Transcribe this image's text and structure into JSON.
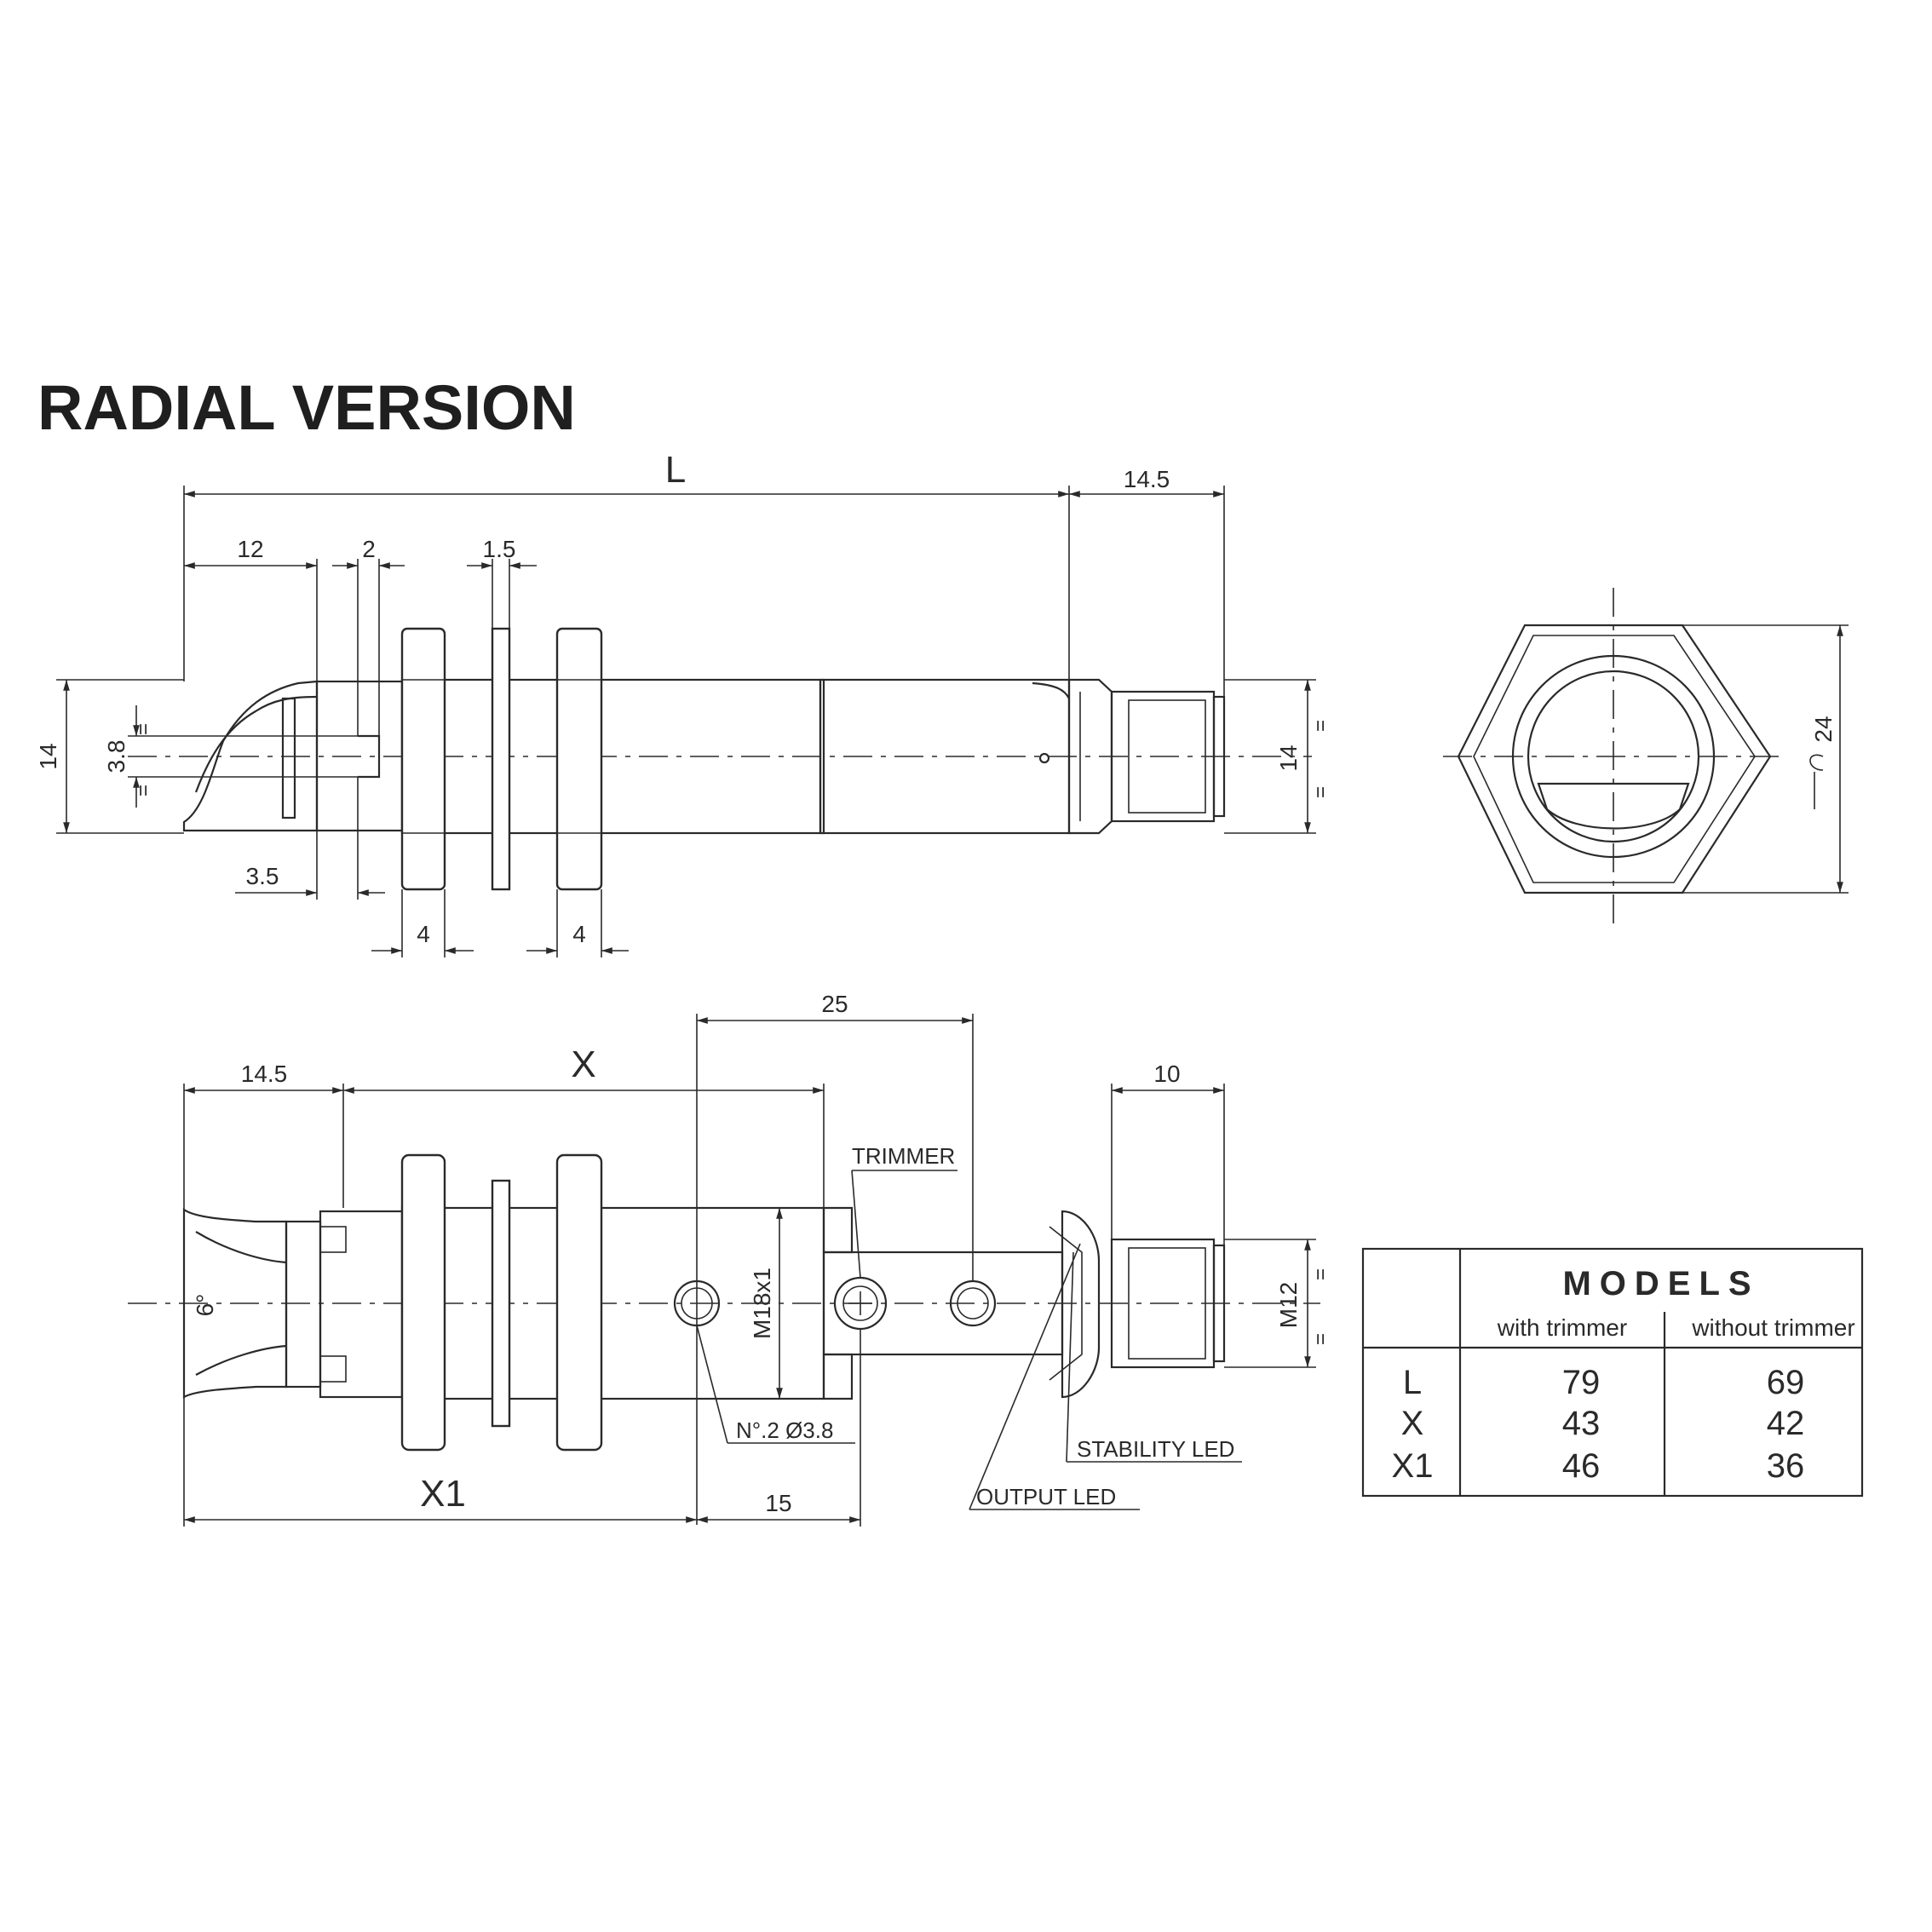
{
  "title": "RADIAL VERSION",
  "side_view": {
    "dims": {
      "L": "L",
      "d14_5": "14.5",
      "d12": "12",
      "d2": "2",
      "d1_5": "1.5",
      "d14_left": "14",
      "d3_8": "3.8",
      "d14_right": "14",
      "d3_5": "3.5",
      "d4_a": "4",
      "d4_b": "4"
    },
    "equal_mark": "="
  },
  "end_view": {
    "wrench_size": "24"
  },
  "top_view": {
    "dims": {
      "d14_5": "14.5",
      "X": "X",
      "d25": "25",
      "d10": "10",
      "M18": "M18x1",
      "M12": "M12",
      "angle": "6°",
      "X1": "X1",
      "d15": "15"
    },
    "callouts": {
      "trimmer": "TRIMMER",
      "holes": "N°.2 Ø3.8",
      "stability_led": "STABILITY LED",
      "output_led": "OUTPUT LED"
    },
    "equal_mark": "="
  },
  "models_table": {
    "header": "MODELS",
    "col1": "with trimmer",
    "col2": "without trimmer",
    "rows": [
      {
        "label": "L",
        "with": "79",
        "without": "69"
      },
      {
        "label": "X",
        "with": "43",
        "without": "42"
      },
      {
        "label": "X1",
        "with": "46",
        "without": "36"
      }
    ]
  }
}
